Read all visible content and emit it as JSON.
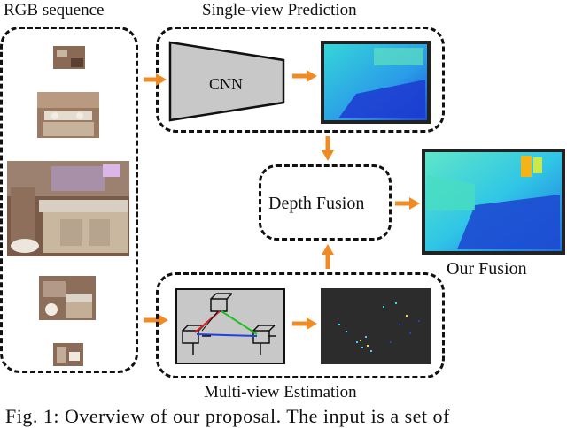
{
  "labels": {
    "rgb_sequence": "RGB sequence",
    "single_view": "Single-view Prediction",
    "cnn": "CNN",
    "depth_fusion": "Depth Fusion",
    "our_fusion": "Our Fusion",
    "multi_view": "Multi-view Estimation"
  },
  "caption": "Fig. 1:  Overview of our proposal. The input is a set of",
  "colors": {
    "arrow": "#f08a24",
    "cnn_fill": "#c8c8c8",
    "depth_blue": "#1e6fe0",
    "depth_cyan": "#30d8f0"
  }
}
